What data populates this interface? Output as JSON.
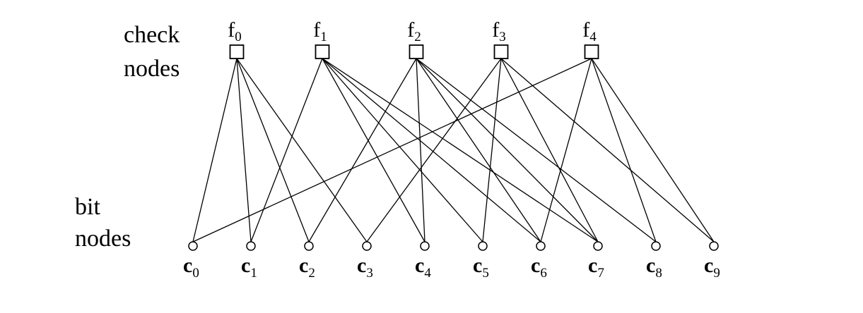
{
  "labels": {
    "check_line1": "check",
    "check_line2": "nodes",
    "bit_line1": "bit",
    "bit_line2": "nodes"
  },
  "check_nodes": [
    {
      "id": "f0",
      "base": "f",
      "sub": "0"
    },
    {
      "id": "f1",
      "base": "f",
      "sub": "1"
    },
    {
      "id": "f2",
      "base": "f",
      "sub": "2"
    },
    {
      "id": "f3",
      "base": "f",
      "sub": "3"
    },
    {
      "id": "f4",
      "base": "f",
      "sub": "4"
    }
  ],
  "bit_nodes": [
    {
      "id": "c0",
      "base": "c",
      "sub": "0"
    },
    {
      "id": "c1",
      "base": "c",
      "sub": "1"
    },
    {
      "id": "c2",
      "base": "c",
      "sub": "2"
    },
    {
      "id": "c3",
      "base": "c",
      "sub": "3"
    },
    {
      "id": "c4",
      "base": "c",
      "sub": "4"
    },
    {
      "id": "c5",
      "base": "c",
      "sub": "5"
    },
    {
      "id": "c6",
      "base": "c",
      "sub": "6"
    },
    {
      "id": "c7",
      "base": "c",
      "sub": "7"
    },
    {
      "id": "c8",
      "base": "c",
      "sub": "8"
    },
    {
      "id": "c9",
      "base": "c",
      "sub": "9"
    }
  ],
  "edges": [
    [
      "f0",
      "c0"
    ],
    [
      "f0",
      "c1"
    ],
    [
      "f0",
      "c2"
    ],
    [
      "f0",
      "c3"
    ],
    [
      "f1",
      "c1"
    ],
    [
      "f1",
      "c4"
    ],
    [
      "f1",
      "c5"
    ],
    [
      "f1",
      "c6"
    ],
    [
      "f1",
      "c7"
    ],
    [
      "f2",
      "c2"
    ],
    [
      "f2",
      "c4"
    ],
    [
      "f2",
      "c6"
    ],
    [
      "f2",
      "c7"
    ],
    [
      "f2",
      "c8"
    ],
    [
      "f3",
      "c3"
    ],
    [
      "f3",
      "c5"
    ],
    [
      "f3",
      "c7"
    ],
    [
      "f3",
      "c9"
    ],
    [
      "f4",
      "c0"
    ],
    [
      "f4",
      "c6"
    ],
    [
      "f4",
      "c8"
    ],
    [
      "f4",
      "c9"
    ]
  ],
  "colors": {
    "stroke": "#000000",
    "node_fill": "#ffffff",
    "background": "#ffffff"
  }
}
